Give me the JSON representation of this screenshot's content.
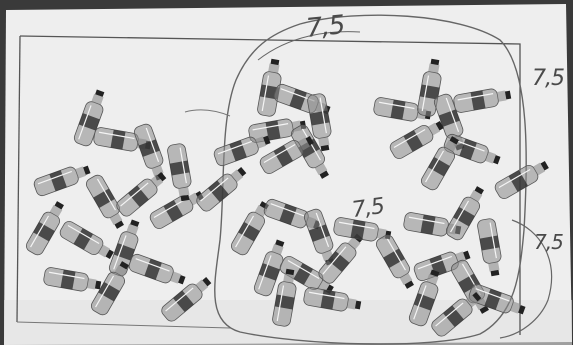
{
  "image": {
    "description_free": true,
    "paper_color": "#eeeeee",
    "pencil_color": "#555555",
    "bottle_color": "#8a8a8a",
    "label_color": "#2e2e2e",
    "cap_color": "#222222"
  },
  "annotations": {
    "top": "7,5",
    "right_top": "7,5",
    "center": "7,5",
    "right_bottom": "7,5"
  },
  "bottle_count": 49
}
